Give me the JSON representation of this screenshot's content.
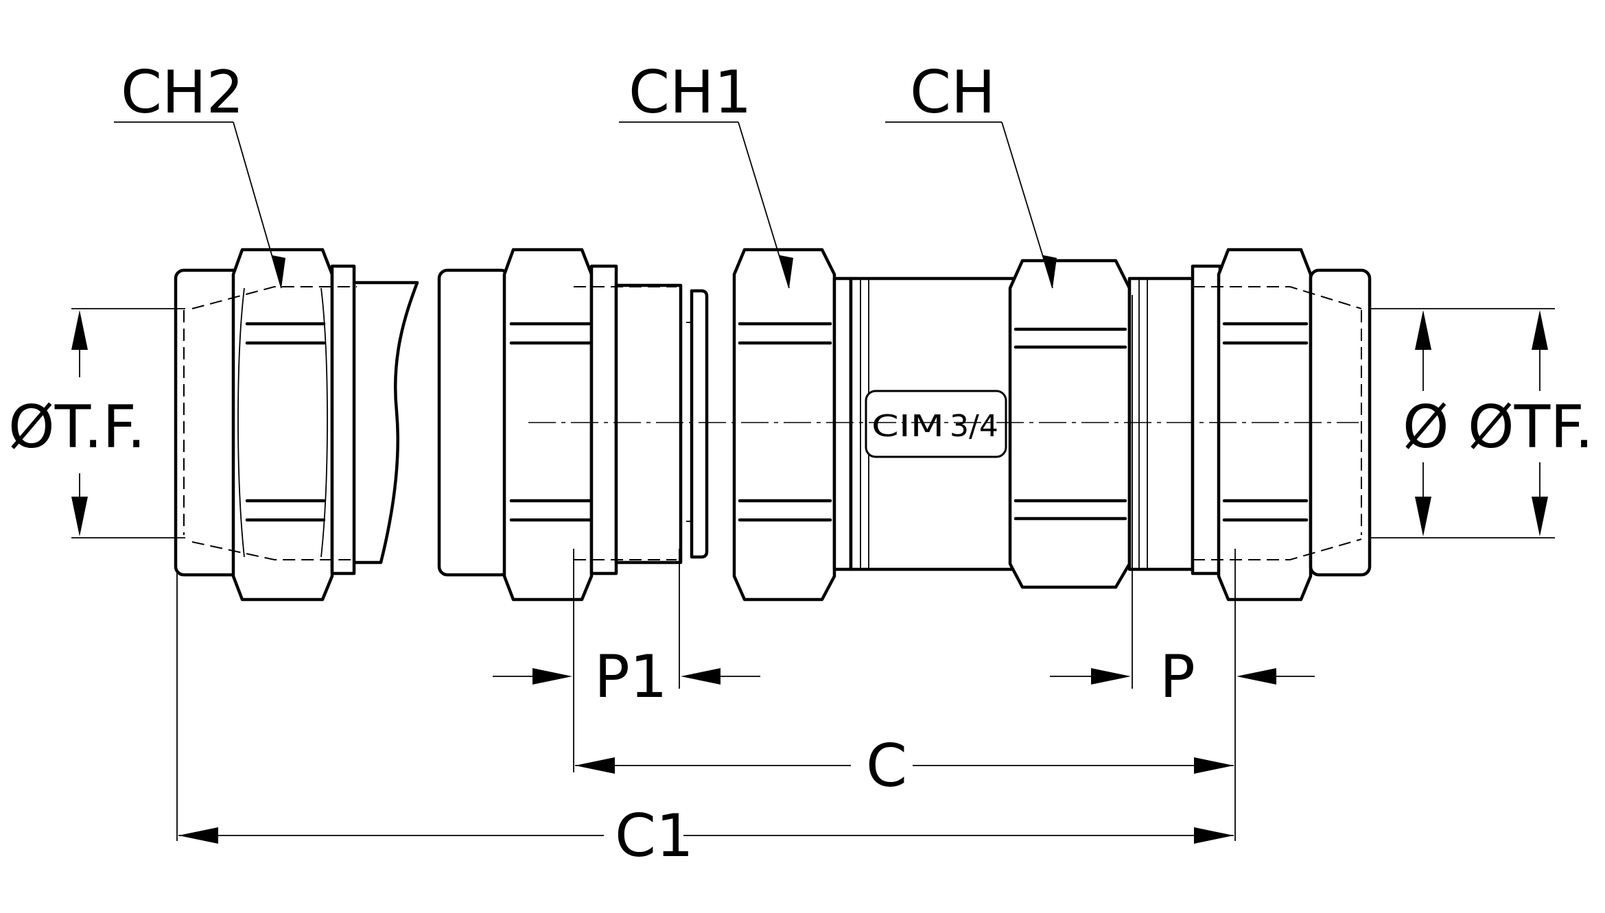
{
  "labels": {
    "ch2": "CH2",
    "ch1": "CH1",
    "ch": "CH",
    "dia_left": "ØT.F.",
    "dia_right": "Ø ØTF.",
    "p1": "P1",
    "p": "P",
    "c": "C",
    "c1": "C1"
  },
  "marking": {
    "brand": "CIM",
    "size": "3/4"
  }
}
